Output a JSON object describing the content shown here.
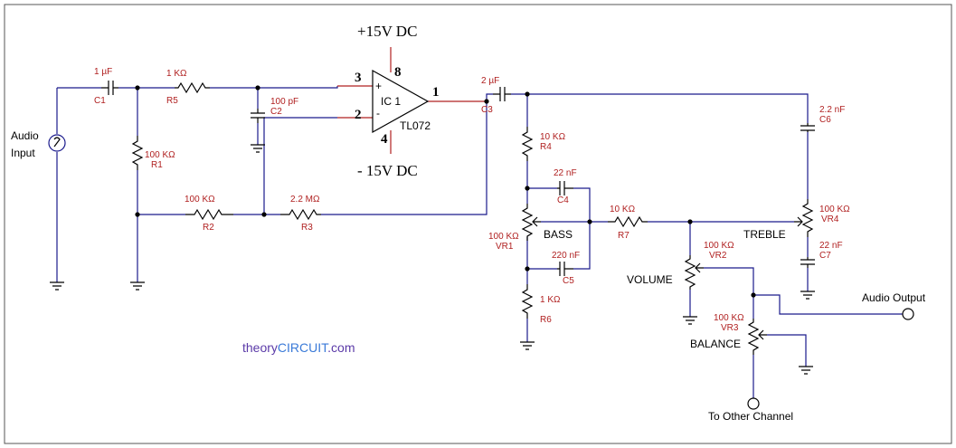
{
  "power": {
    "pos": "+15V DC",
    "neg": "- 15V DC"
  },
  "opamp": {
    "name": "IC 1",
    "part": "TL072",
    "pin3": "3",
    "pin2": "2",
    "pin8": "8",
    "pin4": "4",
    "pin1": "1",
    "plus": "+",
    "minus": "-"
  },
  "io": {
    "input": "Audio\nInput",
    "output": "Audio Output",
    "other": "To Other Channel"
  },
  "controls": {
    "bass": "BASS",
    "treble": "TREBLE",
    "volume": "VOLUME",
    "balance": "BALANCE"
  },
  "watermark": {
    "a": "theory",
    "b": "CIRCUIT",
    ".": "",
    "c": ".com"
  },
  "parts": {
    "C1": {
      "value": "1 µF",
      "ref": "C1"
    },
    "R5": {
      "value": "1 KΩ",
      "ref": "R5"
    },
    "C2": {
      "value": "100 pF",
      "ref": "C2"
    },
    "R1": {
      "value": "100 KΩ",
      "ref": "R1"
    },
    "R2": {
      "value": "100 KΩ",
      "ref": "R2"
    },
    "R3": {
      "value": "2.2 MΩ",
      "ref": "R3"
    },
    "C3": {
      "value": "2 µF",
      "ref": "C3"
    },
    "R4": {
      "value": "10 KΩ",
      "ref": "R4"
    },
    "C4": {
      "value": "22 nF",
      "ref": "C4"
    },
    "VR1": {
      "value": "100 KΩ",
      "ref": "VR1"
    },
    "C5": {
      "value": "220 nF",
      "ref": "C5"
    },
    "R6": {
      "value": "1 KΩ",
      "ref": "R6"
    },
    "R7": {
      "value": "10 KΩ",
      "ref": "R7"
    },
    "VR2": {
      "value": "100 KΩ",
      "ref": "VR2"
    },
    "VR3": {
      "value": "100 KΩ",
      "ref": "VR3"
    },
    "C6": {
      "value": "2.2 nF",
      "ref": "C6"
    },
    "VR4": {
      "value": "100 KΩ",
      "ref": "VR4"
    },
    "C7": {
      "value": "22 nF",
      "ref": "C7"
    }
  }
}
